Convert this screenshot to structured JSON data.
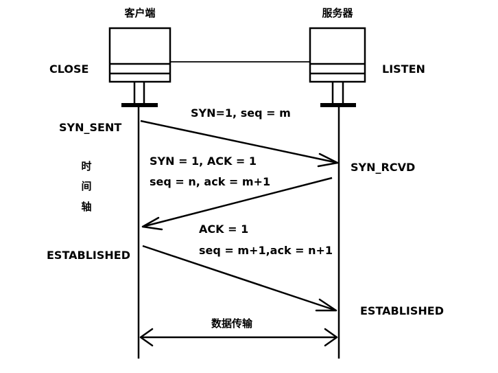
{
  "client": {
    "title": "客户端",
    "state_initial": "CLOSE",
    "state_syn_sent": "SYN_SENT",
    "state_established": "ESTABLISHED"
  },
  "server": {
    "title": "服务器",
    "state_initial": "LISTEN",
    "state_syn_rcvd": "SYN_RCVD",
    "state_established": "ESTABLISHED"
  },
  "timeline": [
    "时",
    "间",
    "轴"
  ],
  "messages": {
    "syn": "SYN=1, seq = m",
    "syn_ack_line1": "SYN = 1, ACK = 1",
    "syn_ack_line2": "seq = n, ack = m+1",
    "ack_line1": "ACK = 1",
    "ack_line2": "seq = m+1,ack = n+1"
  },
  "data_transfer": "数据传输"
}
